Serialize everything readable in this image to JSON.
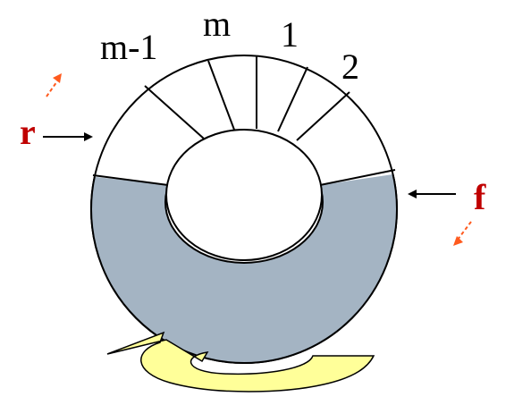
{
  "diagram": {
    "slots": [
      {
        "label": "m-1"
      },
      {
        "label": "m"
      },
      {
        "label": "1"
      },
      {
        "label": "2"
      }
    ],
    "rear_pointer": {
      "label": "r"
    },
    "front_pointer": {
      "label": "f"
    },
    "colors": {
      "filled_region": "#a4b4c3",
      "empty_region": "#ffffff",
      "pointer_text": "#c00000",
      "motion_arrow": "#ff5a1e",
      "rotation_arrow_fill": "#ffff99",
      "outline": "#000000"
    },
    "icons": {
      "rotation": "curved-arrow-icon",
      "r_motion": "dashed-arrow-icon",
      "f_motion": "dashed-arrow-icon"
    }
  }
}
